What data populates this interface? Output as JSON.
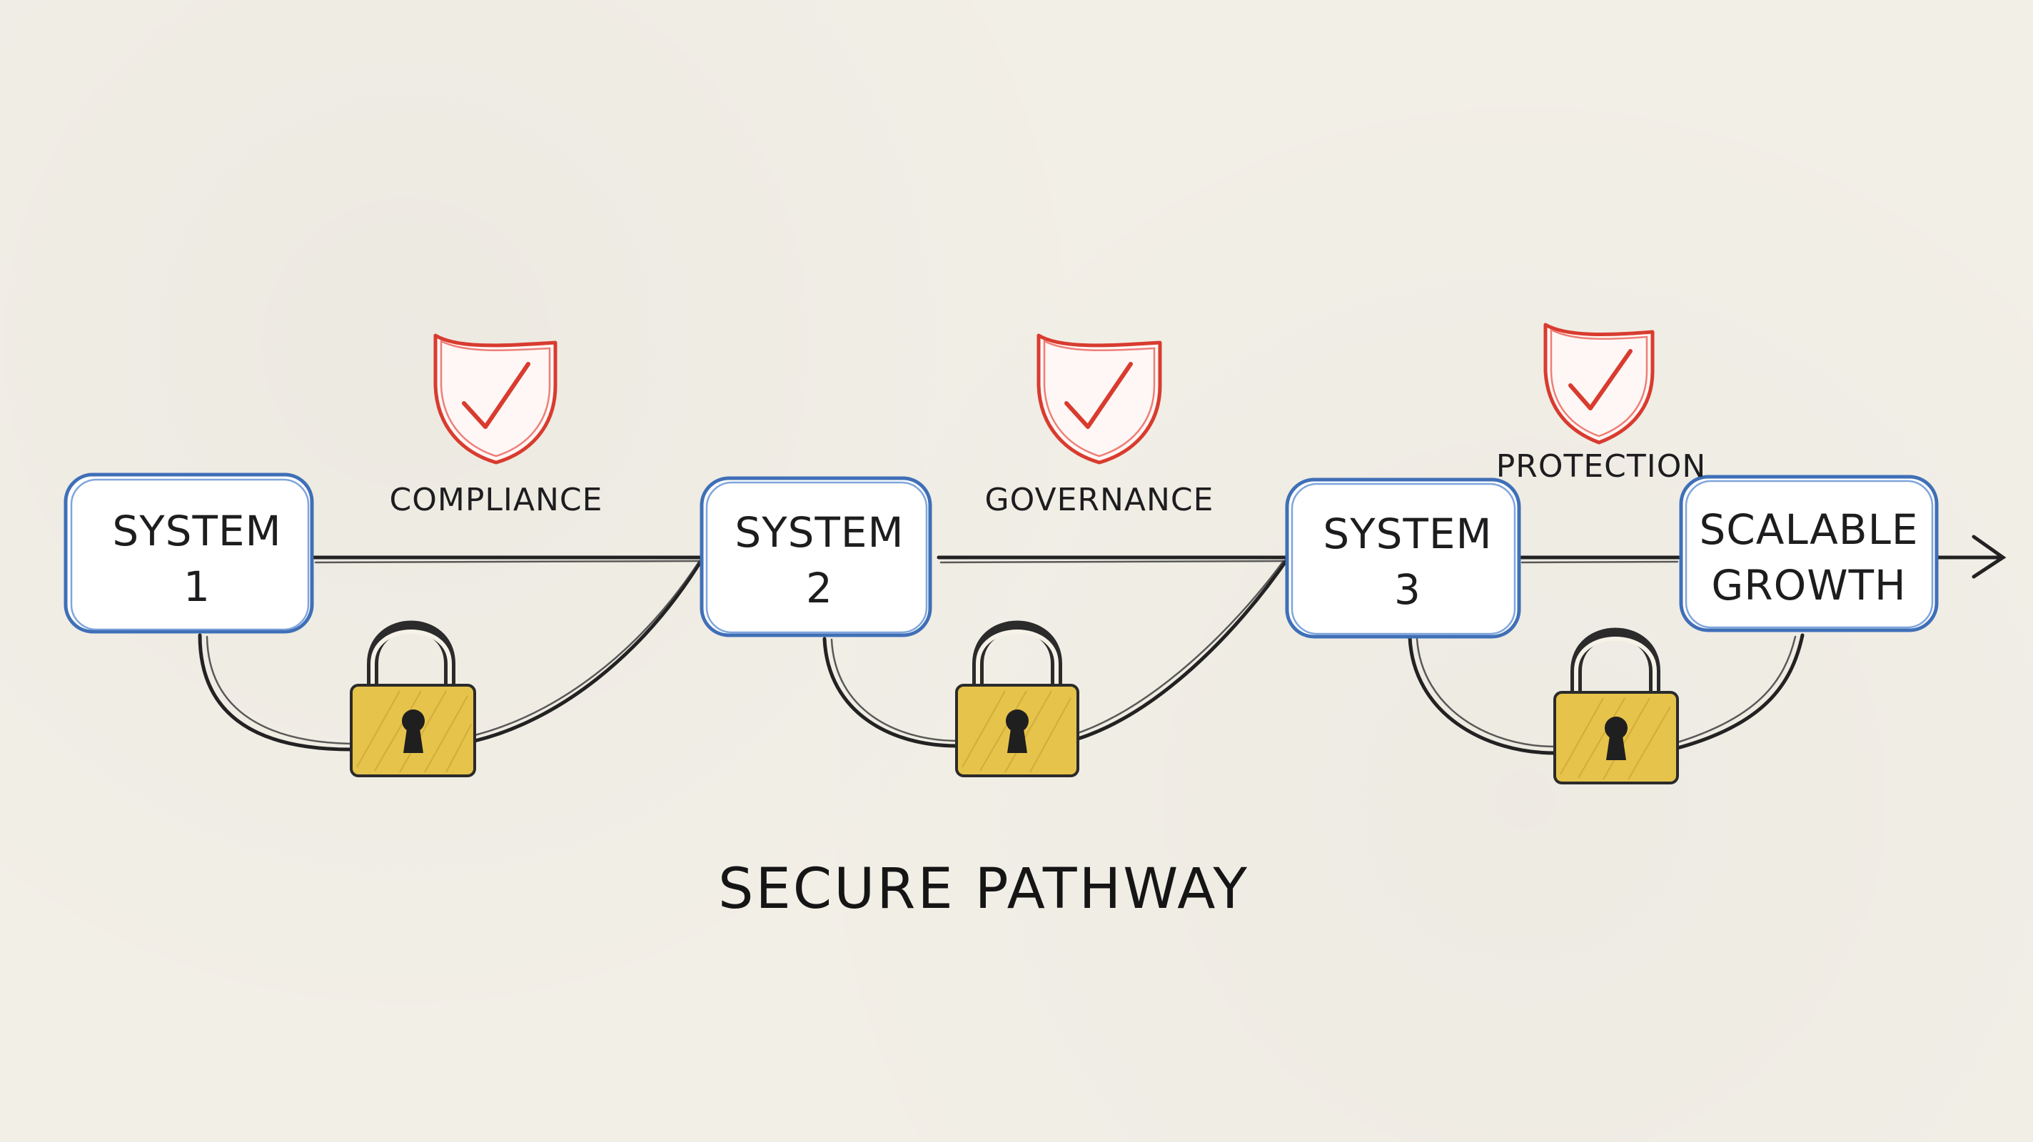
{
  "diagram": {
    "title": "SECURE PATHWAY",
    "nodes": [
      {
        "line1": "SYSTEM",
        "line2": "1"
      },
      {
        "line1": "SYSTEM",
        "line2": "2"
      },
      {
        "line1": "SYSTEM",
        "line2": "3"
      },
      {
        "line1": "SCALABLE",
        "line2": "GROWTH"
      }
    ],
    "labels": [
      {
        "text": "COMPLIANCE",
        "icon": "shield-check-icon"
      },
      {
        "text": "GOVERNANCE",
        "icon": "shield-check-icon"
      },
      {
        "text": "PROTECTION",
        "icon": "shield-check-icon"
      }
    ],
    "lock_icon": "padlock-icon",
    "colors": {
      "box_stroke": "#3f6fb7",
      "shield_stroke": "#d83c2f",
      "lock_fill": "#e6c34b",
      "line": "#222222",
      "background": "#f2efe7"
    }
  }
}
